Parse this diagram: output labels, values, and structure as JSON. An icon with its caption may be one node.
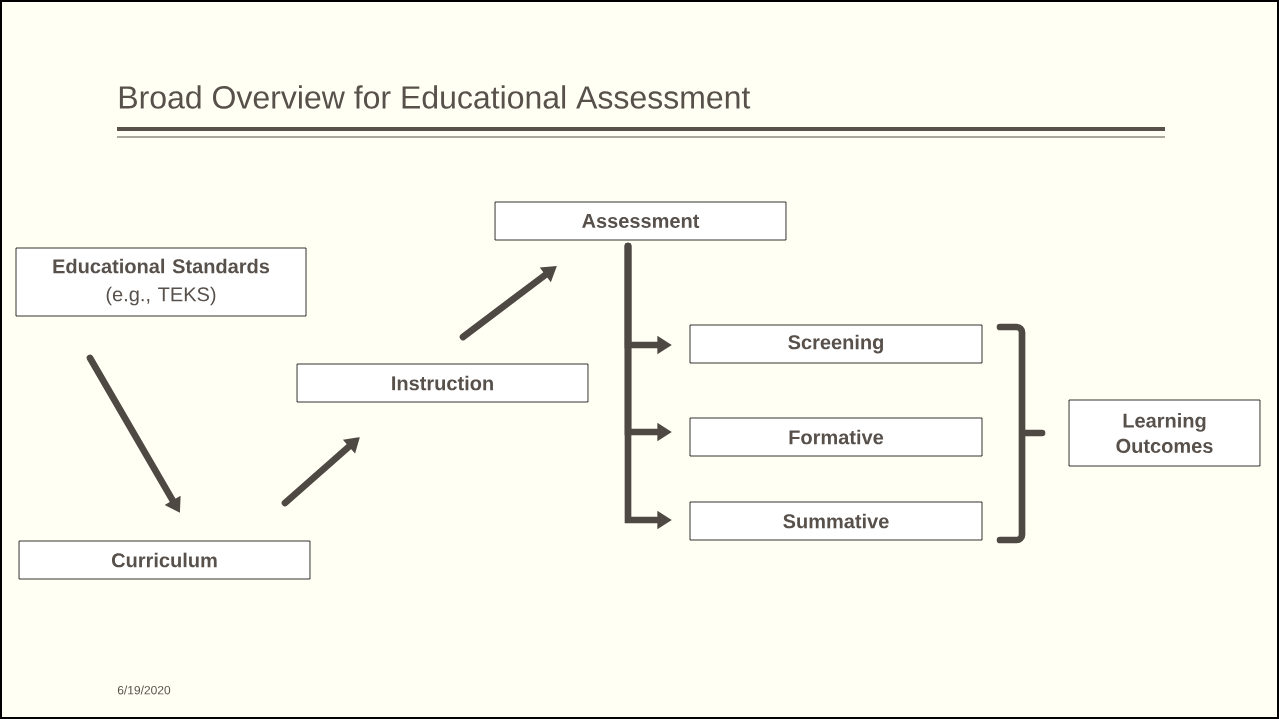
{
  "diagram": {
    "title": "Broad Overview for Educational Assessment",
    "nodes": [
      {
        "text": [
          "Educational Standards",
          "(e.g., TEKS)"
        ]
      },
      {
        "text": [
          "Curriculum"
        ]
      },
      {
        "text": [
          "Instruction"
        ]
      },
      {
        "text": [
          "Assessment"
        ]
      },
      {
        "text": [
          "Screening"
        ]
      },
      {
        "text": [
          "Formative"
        ]
      },
      {
        "text": [
          "Summative"
        ]
      },
      {
        "text": [
          "Learning Outcomes"
        ]
      }
    ],
    "edges": [
      {
        "from": 0,
        "to": 1,
        "arrow": "to"
      },
      {
        "from": 1,
        "to": 2,
        "arrow": "to"
      },
      {
        "from": 2,
        "to": 3,
        "arrow": "to"
      },
      {
        "from": 3,
        "to": 4,
        "arrow": "to"
      },
      {
        "from": 3,
        "to": 5,
        "arrow": "to"
      },
      {
        "from": 3,
        "to": 6,
        "arrow": "to"
      }
    ],
    "labels": [
      "6/19/2020"
    ]
  }
}
